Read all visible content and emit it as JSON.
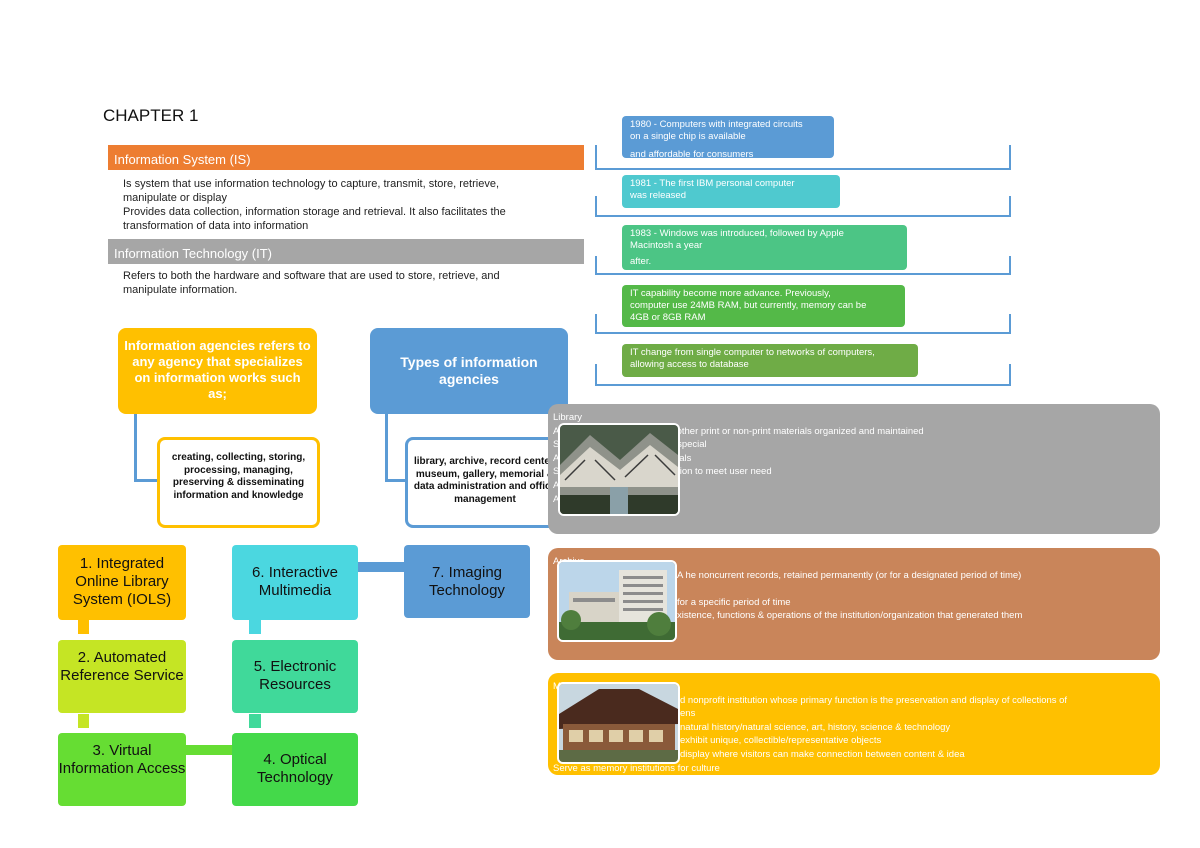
{
  "chapter_title": "CHAPTER 1",
  "is_section": {
    "heading": "Information System (IS)",
    "lines": [
      "Is system that use information technology to capture, transmit, store, retrieve,",
      "manipulate or display",
      "Provides data collection, information storage and retrieval. It also facilitates the",
      "transformation of data into information"
    ]
  },
  "it_section": {
    "heading": "Information Technology (IT)",
    "lines": [
      "Refers to both the hardware and software that are used to store, retrieve, and",
      "manipulate information."
    ]
  },
  "timeline": [
    {
      "lines": [
        "1980 - Computers with integrated circuits",
        "on a single chip is available",
        "and affordable for consumers"
      ],
      "color": "#5b9bd5"
    },
    {
      "lines": [
        "1981 - The first IBM personal computer",
        "was released"
      ],
      "color": "#4fc9cf"
    },
    {
      "lines": [
        "1983 - Windows was introduced, followed by Apple",
        "Macintosh a year",
        "after."
      ],
      "color": "#4cc585"
    },
    {
      "lines": [
        "IT capability become more advance. Previously,",
        "computer use 24MB RAM, but currently, memory can be",
        "4GB or 8GB RAM"
      ],
      "color": "#54b948"
    },
    {
      "lines": [
        "IT change from single computer to networks of computers,",
        "allowing access to database"
      ],
      "color": "#6fac46"
    }
  ],
  "agencies": {
    "heading": "Information agencies refers to any agency that specializes on information works such as;",
    "detail": "creating, collecting, storing, processing, managing, preserving & disseminating information and knowledge",
    "color": "#ffc000"
  },
  "types": {
    "heading": "Types of information agencies",
    "detail": "library, archive, record center, museum, gallery, memorial & data administration and office management",
    "color": "#5b9bd5"
  },
  "technologies": [
    {
      "label": "1. Integrated Online Library System (IOLS)",
      "color": "#ffc000"
    },
    {
      "label": "2. Automated Reference Service",
      "color": "#c5e524"
    },
    {
      "label": "3. Virtual Information Access",
      "color": "#66dd33"
    },
    {
      "label": "4. Optical Technology",
      "color": "#44d94a"
    },
    {
      "label": "5. Electronic Resources",
      "color": "#40d99a"
    },
    {
      "label": "6. Interactive Multimedia",
      "color": "#4bd7e0"
    },
    {
      "label": "7. Imaging Technology",
      "color": "#5b9bd5"
    }
  ],
  "panels": {
    "library": {
      "title": "Library",
      "color": "#a6a6a6",
      "lines": [
        "A collections of books and/or other print or non-print materials organized and maintained",
        "S academic, school, public & special",
        "A printed & non-printed materials",
        "S complete information collection to meet user need",
        "A te information fastly",
        "A al education"
      ]
    },
    "archive": {
      "title": "Archive",
      "color": "#c9855a",
      "lines": [
        "A he noncurrent records, retained permanently (or for a designated period of time)",
        "",
        "for a specific period of time",
        "xistence, functions & operations of the institution/organization that generated them"
      ]
    },
    "museum": {
      "title": "M",
      "color": "#ffc000",
      "lines": [
        "d nonprofit institution whose primary function is the preservation and display of collections of",
        "ens",
        "natural history/natural science, art, history, science & technology",
        "exhibit unique, collectible/representative objects",
        "display where visitors can make connection between content & idea",
        "Serve as memory institutions for culture"
      ]
    }
  }
}
